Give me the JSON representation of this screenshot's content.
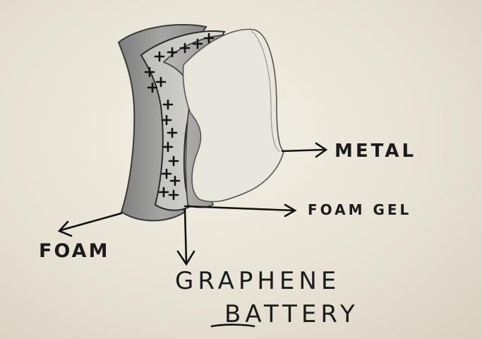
{
  "labels": {
    "metal": "METAL",
    "foam_gel": "FOAM GEL",
    "foam": "FOAM"
  },
  "title": {
    "line1": "GRAPHENE",
    "line2": "BATTERY"
  },
  "colors": {
    "paper": "#eae6da",
    "ink": "#1c1c1c",
    "foam_shading": "#8e8e8e",
    "gel_shading": "#c9c9c5",
    "metal_fill": "#e8e5dc"
  },
  "gel_marks": "+"
}
